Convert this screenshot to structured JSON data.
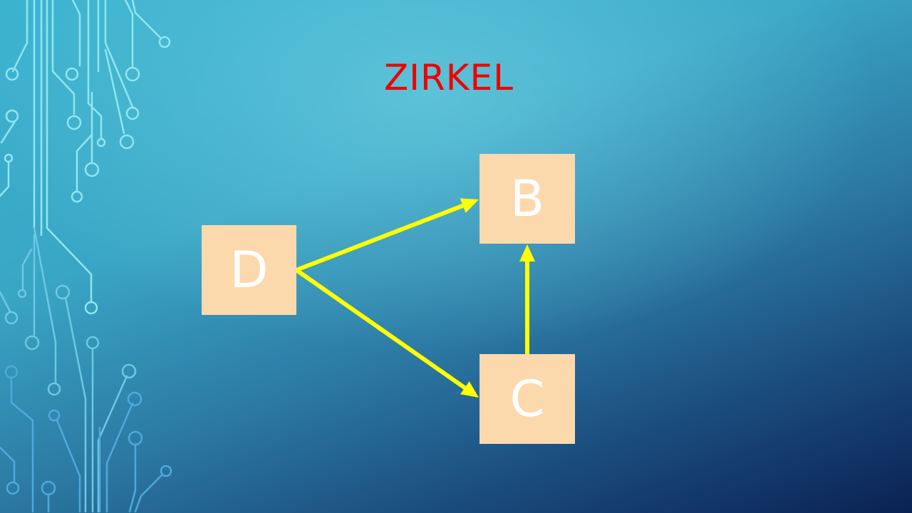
{
  "slide": {
    "title": "ZIRKEL",
    "title_color": "#f00000"
  },
  "diagram": {
    "node_color": "#fcd9ad",
    "edge_color": "#ffff00",
    "nodes": [
      {
        "id": "D",
        "label": "D"
      },
      {
        "id": "B",
        "label": "B"
      },
      {
        "id": "C",
        "label": "C"
      }
    ],
    "edges": [
      {
        "from": "D",
        "to": "B"
      },
      {
        "from": "D",
        "to": "C"
      },
      {
        "from": "C",
        "to": "B"
      }
    ]
  }
}
